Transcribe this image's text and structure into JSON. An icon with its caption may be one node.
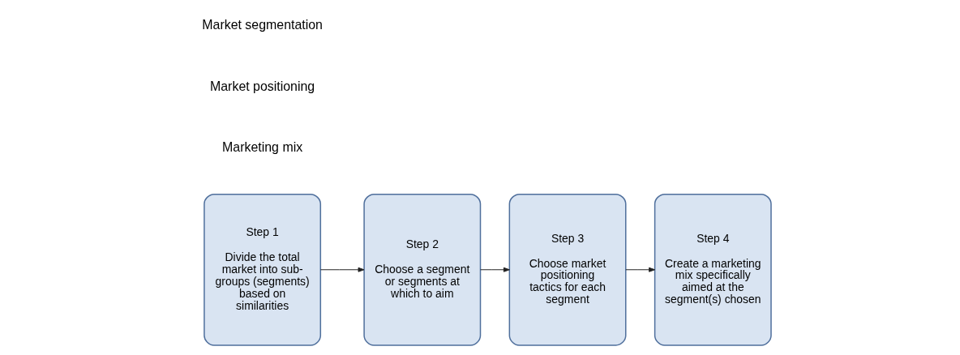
{
  "diagram": {
    "nodes": [
      {
        "text": [
          "Step 1",
          "Divide the total market into sub-groups (segments) based on similarities"
        ]
      },
      {
        "text": [
          "Step 2",
          "Choose a segment or segments at which to aim"
        ]
      },
      {
        "text": [
          "Step 3",
          "Choose market positioning tactics for each segment"
        ]
      },
      {
        "text": [
          "Step 4",
          "Create a marketing mix specifically aimed at the segment(s) chosen"
        ]
      }
    ],
    "edges": [
      {
        "from": 0,
        "to": 1,
        "arrow": "to"
      },
      {
        "from": 1,
        "to": 2,
        "arrow": "to"
      },
      {
        "from": 2,
        "to": 3,
        "arrow": "to"
      }
    ],
    "labels": [
      "Market segmentation",
      "Market positioning",
      "Marketing mix"
    ]
  }
}
